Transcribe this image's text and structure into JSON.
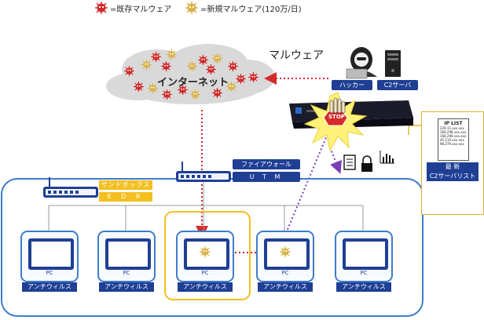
{
  "legend": {
    "existing": "=既存マルウェア",
    "new": "=新規マルウェア(120万/日)"
  },
  "malware_label": "マルウェア",
  "internet_label": "インターネット",
  "hacker_label": "ハッカー",
  "c2_label": "C2サーバ",
  "stop_label": "STOP",
  "firewall_label": "ファイアウォール",
  "utm_label": "U T M",
  "sandbox_label": "サンドボックス",
  "edr_label": "E D R",
  "ip_list": {
    "title": "IP LIST",
    "lines": [
      "229.11.xxx.xxx",
      "168.298.xxx.xxx",
      "168.298.xxx.xxx",
      "45.110.xxx.xxx",
      "98.279.xxx.xxx"
    ],
    "caption1": "最 新",
    "caption2": "C2サーバリスト"
  },
  "pcs": [
    {
      "screen": "PC",
      "label": "アンチウィルス"
    },
    {
      "screen": "PC",
      "label": "アンチウィルス"
    },
    {
      "screen": "PC",
      "label": "アンチウィルス"
    },
    {
      "screen": "PC",
      "label": "アンチウィルス"
    },
    {
      "screen": "PC",
      "label": "アンチウィルス"
    }
  ],
  "colors": {
    "existing_malware": "#d42a2a",
    "new_malware": "#d9b24a",
    "navy": "#1f3f95",
    "accent_yellow": "#f4bf20",
    "network_blue": "#3f7ccb"
  }
}
